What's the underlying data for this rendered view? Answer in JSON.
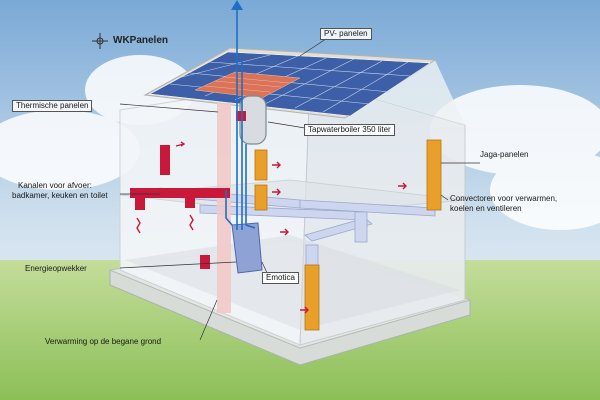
{
  "brand": {
    "name": "WKPanelen",
    "icon": "crosshair-logo-icon"
  },
  "labels": {
    "pv_panels": "PV- panelen",
    "thermal_panels": "Thermische panelen",
    "boiler": "Tapwaterboiler 350 liter",
    "jaga": "Jaga-panelen",
    "exhaust_line1": "Kanalen voor afvoer:",
    "exhaust_line2": "badkamer, keuken en toilet",
    "convectors_line1": "Convectoren voor verwarmen,",
    "convectors_line2": "koelen en ventileren",
    "energy_unit": "Energieopwekker",
    "emotion": "Emotica",
    "floor_heating": "Verwarming op de begane grond"
  },
  "colors": {
    "sky": "#8fb6d8",
    "grass": "#9cc36a",
    "wall": "#eef2f4",
    "roof": "#e7e5df",
    "solar": "#3f62a8",
    "thermal": "#d9735a",
    "convector": "#e9a02a",
    "exhaust": "#c8193b",
    "pipe": "#1f6fc4",
    "duct": "#c9d3ec"
  }
}
